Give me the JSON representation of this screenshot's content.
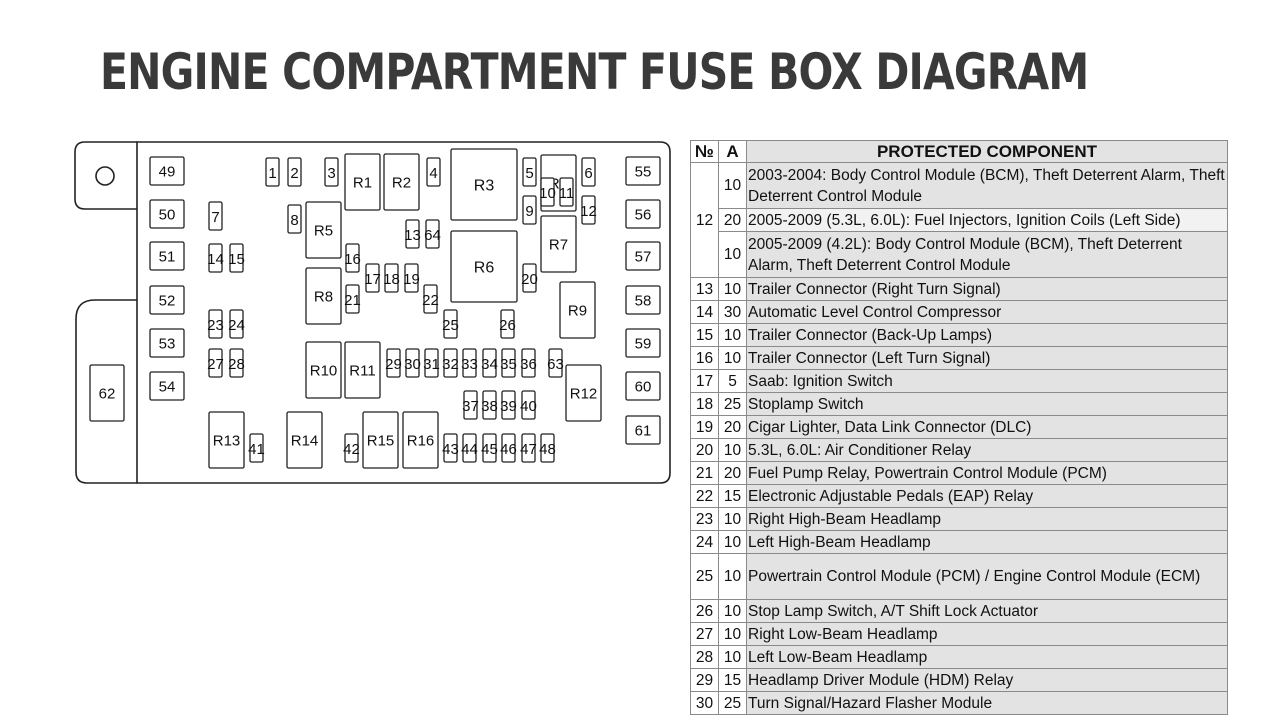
{
  "title": "ENGINE COMPARTMENT FUSE BOX DIAGRAM",
  "table": {
    "headers": {
      "no": "№",
      "amps": "A",
      "component": "PROTECTED COMPONENT"
    },
    "rows": [
      {
        "no": "12",
        "entries": [
          {
            "amps": "10",
            "component": "2003-2004: Body Control Module (BCM), Theft Deterrent Alarm, Theft Deterrent Control Module"
          },
          {
            "amps": "20",
            "component": "2005-2009 (5.3L, 6.0L): Fuel Injectors, Ignition Coils (Left Side)"
          },
          {
            "amps": "10",
            "component": "2005-2009 (4.2L): Body Control Module (BCM), Theft Deterrent Alarm, Theft Deterrent Control Module"
          }
        ]
      },
      {
        "no": "13",
        "entries": [
          {
            "amps": "10",
            "component": "Trailer Connector (Right Turn Signal)"
          }
        ]
      },
      {
        "no": "14",
        "entries": [
          {
            "amps": "30",
            "component": "Automatic Level Control Compressor"
          }
        ]
      },
      {
        "no": "15",
        "entries": [
          {
            "amps": "10",
            "component": "Trailer Connector (Back-Up Lamps)"
          }
        ]
      },
      {
        "no": "16",
        "entries": [
          {
            "amps": "10",
            "component": "Trailer Connector (Left Turn Signal)"
          }
        ]
      },
      {
        "no": "17",
        "entries": [
          {
            "amps": "5",
            "component": "Saab: Ignition Switch"
          }
        ]
      },
      {
        "no": "18",
        "entries": [
          {
            "amps": "25",
            "component": "Stoplamp Switch"
          }
        ]
      },
      {
        "no": "19",
        "entries": [
          {
            "amps": "20",
            "component": "Cigar Lighter, Data Link Connector (DLC)"
          }
        ]
      },
      {
        "no": "20",
        "entries": [
          {
            "amps": "10",
            "component": "5.3L, 6.0L: Air Conditioner Relay"
          }
        ]
      },
      {
        "no": "21",
        "entries": [
          {
            "amps": "20",
            "component": "Fuel Pump Relay, Powertrain Control Module (PCM)"
          }
        ]
      },
      {
        "no": "22",
        "entries": [
          {
            "amps": "15",
            "component": "Electronic Adjustable Pedals (EAP) Relay"
          }
        ]
      },
      {
        "no": "23",
        "entries": [
          {
            "amps": "10",
            "component": "Right High-Beam Headlamp"
          }
        ]
      },
      {
        "no": "24",
        "entries": [
          {
            "amps": "10",
            "component": "Left High-Beam Headlamp"
          }
        ]
      },
      {
        "no": "25",
        "entries": [
          {
            "amps": "10",
            "component": "Powertrain Control Module (PCM) / Engine Control Module (ECM)"
          }
        ]
      },
      {
        "no": "26",
        "entries": [
          {
            "amps": "10",
            "component": "Stop Lamp Switch, A/T Shift Lock Actuator"
          }
        ]
      },
      {
        "no": "27",
        "entries": [
          {
            "amps": "10",
            "component": "Right Low-Beam Headlamp"
          }
        ]
      },
      {
        "no": "28",
        "entries": [
          {
            "amps": "10",
            "component": "Left Low-Beam Headlamp"
          }
        ]
      },
      {
        "no": "29",
        "entries": [
          {
            "amps": "15",
            "component": "Headlamp Driver Module (HDM) Relay"
          }
        ]
      },
      {
        "no": "30",
        "entries": [
          {
            "amps": "25",
            "component": "Turn Signal/Hazard Flasher Module"
          }
        ]
      }
    ]
  },
  "diagram": {
    "large_fuses": [
      "49",
      "50",
      "51",
      "52",
      "53",
      "54",
      "55",
      "56",
      "57",
      "58",
      "59",
      "60",
      "61",
      "62"
    ],
    "relays": [
      "R1",
      "R2",
      "R3",
      "R4",
      "R5",
      "R6",
      "R7",
      "R8",
      "R9",
      "R10",
      "R11",
      "R12",
      "R13",
      "R14",
      "R15",
      "R16"
    ],
    "mini_fuses": [
      "1",
      "2",
      "3",
      "4",
      "5",
      "6",
      "7",
      "8",
      "9",
      "10",
      "11",
      "12",
      "13",
      "14",
      "15",
      "16",
      "17",
      "18",
      "19",
      "20",
      "21",
      "22",
      "23",
      "24",
      "25",
      "26",
      "27",
      "28",
      "29",
      "30",
      "31",
      "32",
      "33",
      "34",
      "35",
      "36",
      "37",
      "38",
      "39",
      "40",
      "41",
      "42",
      "43",
      "44",
      "45",
      "46",
      "47",
      "48",
      "63",
      "64"
    ]
  }
}
